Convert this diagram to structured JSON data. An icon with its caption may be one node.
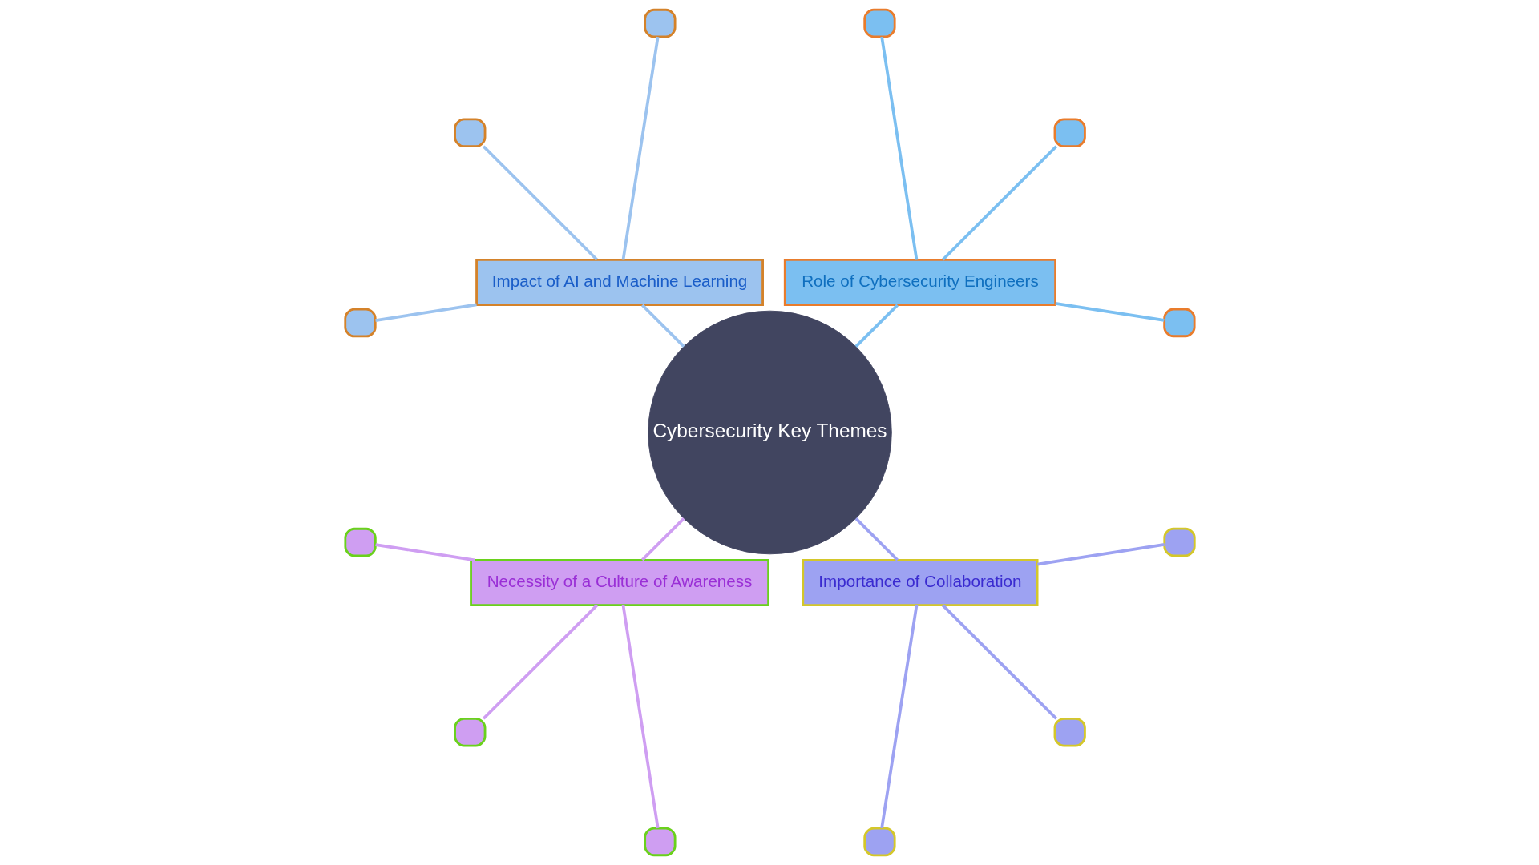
{
  "diagram": {
    "nodes": [
      {
        "text": [
          "Cybersecurity Key Themes"
        ]
      },
      {
        "text": [
          "Role of Cybersecurity Engineers"
        ]
      },
      {
        "text": [],
        "shape": "box"
      },
      {
        "text": [],
        "shape": "box"
      },
      {
        "text": [],
        "shape": "box"
      },
      {
        "text": [
          "Impact of AI and Machine Learning"
        ]
      },
      {
        "text": [],
        "shape": "box"
      },
      {
        "text": [],
        "shape": "box"
      },
      {
        "text": [],
        "shape": "box"
      },
      {
        "text": [
          "Necessity of a Culture of Awareness"
        ]
      },
      {
        "text": [],
        "shape": "box"
      },
      {
        "text": [],
        "shape": "box"
      },
      {
        "text": [],
        "shape": "box"
      },
      {
        "text": [
          "Importance of Collaboration"
        ]
      },
      {
        "text": [],
        "shape": "box"
      },
      {
        "text": [],
        "shape": "box"
      },
      {
        "text": [],
        "shape": "box"
      }
    ],
    "edges": [
      {
        "from": 0,
        "to": 1,
        "arrow": "none",
        "color": "#7bbff1"
      },
      {
        "from": 1,
        "to": 2,
        "arrow": "none",
        "color": "#7bbff1"
      },
      {
        "from": 1,
        "to": 3,
        "arrow": "none",
        "color": "#7bbff1"
      },
      {
        "from": 1,
        "to": 4,
        "arrow": "none",
        "color": "#7bbff1"
      },
      {
        "from": 0,
        "to": 5,
        "arrow": "none",
        "color": "#9cc3ef"
      },
      {
        "from": 5,
        "to": 6,
        "arrow": "none",
        "color": "#9cc3ef"
      },
      {
        "from": 5,
        "to": 7,
        "arrow": "none",
        "color": "#9cc3ef"
      },
      {
        "from": 5,
        "to": 8,
        "arrow": "none",
        "color": "#9cc3ef"
      },
      {
        "from": 0,
        "to": 9,
        "arrow": "none",
        "color": "#cf9ef2"
      },
      {
        "from": 9,
        "to": 10,
        "arrow": "none",
        "color": "#cf9ef2"
      },
      {
        "from": 9,
        "to": 11,
        "arrow": "none",
        "color": "#cf9ef2"
      },
      {
        "from": 9,
        "to": 12,
        "arrow": "none",
        "color": "#cf9ef2"
      },
      {
        "from": 0,
        "to": 13,
        "arrow": "none",
        "color": "#9da2f2"
      },
      {
        "from": 13,
        "to": 14,
        "arrow": "none",
        "color": "#9da2f2"
      },
      {
        "from": 13,
        "to": 15,
        "arrow": "none",
        "color": "#9da2f2"
      },
      {
        "from": 13,
        "to": 16,
        "arrow": "none",
        "color": "#9da2f2"
      }
    ]
  }
}
